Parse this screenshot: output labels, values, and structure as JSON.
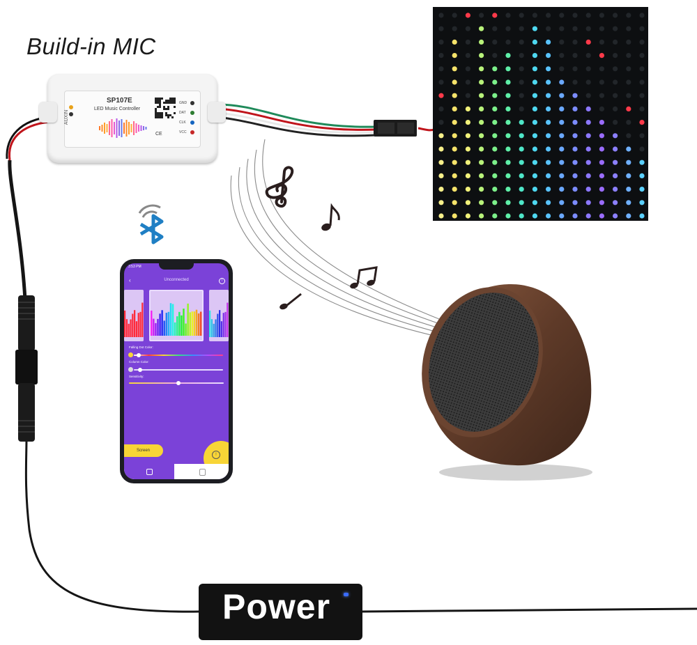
{
  "headline": "Build-in MIC",
  "controller": {
    "model": "SP107E",
    "subtitle": "LED Music Controller",
    "brand": "AUXIN",
    "pins": [
      "GND",
      "DAT",
      "CLK",
      "VCC"
    ],
    "pin_colors": [
      "#333333",
      "#2e7d32",
      "#1565c0",
      "#c62828"
    ],
    "certifications": "CE"
  },
  "phone": {
    "status_time": "3:53 PM",
    "app_title": "Unconnected",
    "settings": [
      {
        "label": "Falling Dot Color:"
      },
      {
        "label": "Column Color:"
      },
      {
        "label": "Sensitivity:"
      }
    ],
    "screen_button": "Screen"
  },
  "power_box": {
    "label": "Power",
    "indicator_color": "#3a6cff"
  },
  "icons": [
    "bluetooth-icon",
    "treble-clef-icon",
    "eighth-note-icon",
    "beamed-notes-icon",
    "single-note-icon"
  ]
}
